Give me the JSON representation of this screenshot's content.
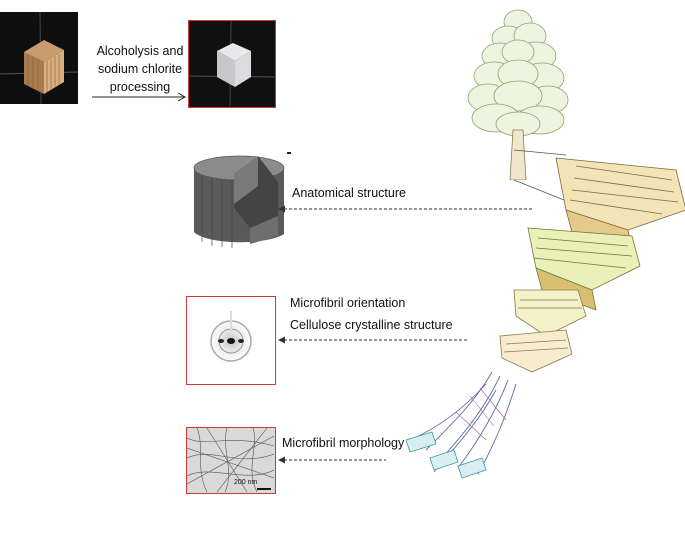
{
  "process": {
    "line1": "Alcoholysis and",
    "line2": "sodium chlorite",
    "line3": "processing"
  },
  "labels": {
    "anatomical": "Anatomical structure",
    "orientation": "Microfibril orientation",
    "crystalline": "Cellulose crystalline structure",
    "morphology": "Microfibril morphology"
  },
  "scale_bar": "200 nm",
  "colors": {
    "frame_red": "#d23a3a",
    "arrow": "#333333"
  }
}
